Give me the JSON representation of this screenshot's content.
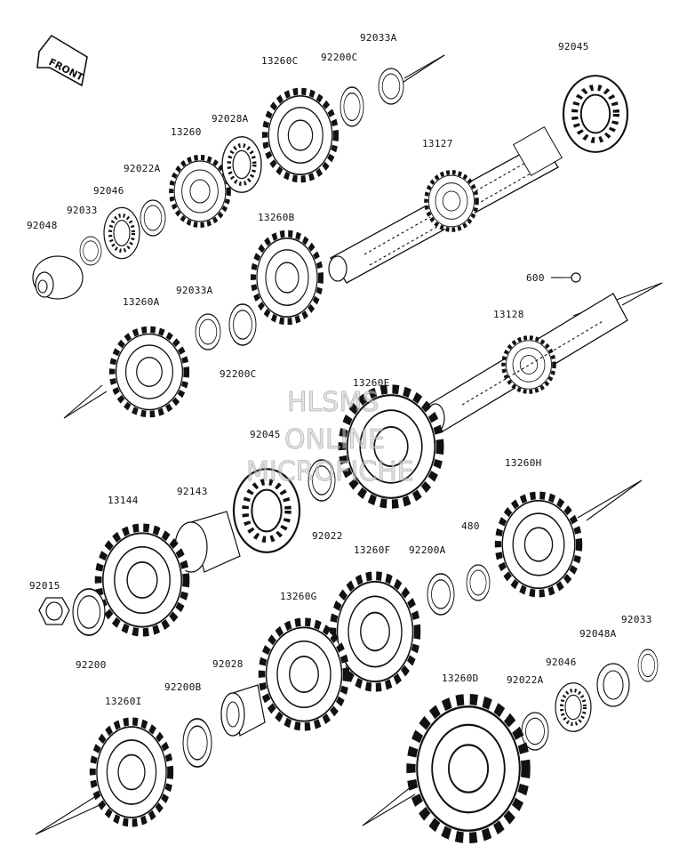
{
  "front_label": "FRONT",
  "watermark": [
    "HLSMS",
    "ONLINE",
    "MICROFICHE"
  ],
  "labels": {
    "p92033A_top": "92033A",
    "p92045_top": "92045",
    "p13260C": "13260C",
    "p92200C_top": "92200C",
    "p92028A": "92028A",
    "p13260": "13260",
    "p13127": "13127",
    "p92022A_top": "92022A",
    "p92046_top": "92046",
    "p92033_top": "92033",
    "p92048": "92048",
    "p13260B": "13260B",
    "p600": "600",
    "p13260A": "13260A",
    "p92033A_mid": "92033A",
    "p13128": "13128",
    "p92200C_mid": "92200C",
    "p13260E": "13260E",
    "p92045_mid": "92045",
    "p13260H": "13260H",
    "p13144": "13144",
    "p92143": "92143",
    "p480": "480",
    "p92022": "92022",
    "p13260F": "13260F",
    "p92200A": "92200A",
    "p92015": "92015",
    "p13260G": "13260G",
    "p92033_bot": "92033",
    "p92048A": "92048A",
    "p92200": "92200",
    "p92028": "92028",
    "p92046_bot": "92046",
    "p92200B": "92200B",
    "p13260D": "13260D",
    "p92022A_bot": "92022A",
    "p13260I": "13260I"
  }
}
